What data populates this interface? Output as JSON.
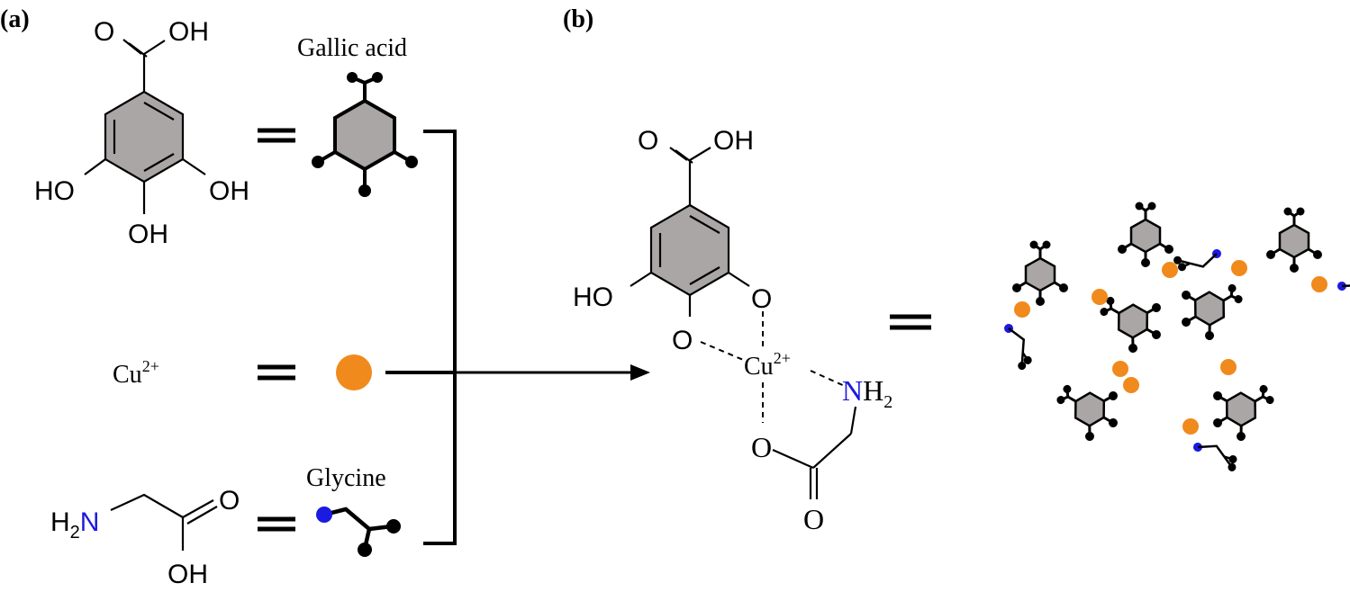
{
  "panels": {
    "a_label": "(a)",
    "b_label": "(b)"
  },
  "gallic_acid": {
    "name": "Gallic acid",
    "carbonyl_o": "O",
    "oh_top": "OH",
    "oh_left": "HO",
    "oh_right": "OH",
    "oh_bottom": "OH"
  },
  "copper": {
    "symbol": "Cu",
    "charge": "2+"
  },
  "glycine": {
    "name": "Glycine",
    "amine_h2": "H",
    "amine_sub": "2",
    "amine_n": "N",
    "oh": "OH",
    "o": "O"
  },
  "complex": {
    "carbonyl_o": "O",
    "oh_top": "OH",
    "ho_left": "HO",
    "o_right": "O",
    "o_left": "O",
    "cu": "Cu",
    "cu_charge": "2+",
    "n": "N",
    "h2": "H",
    "h2_sub": "2",
    "o_gly": "O",
    "o_gly_double": "O"
  },
  "colors": {
    "ring_fill": "#aaa6a6",
    "copper": "#f08a1c",
    "nitrogen": "#1a1ae0",
    "ink": "#000000"
  }
}
